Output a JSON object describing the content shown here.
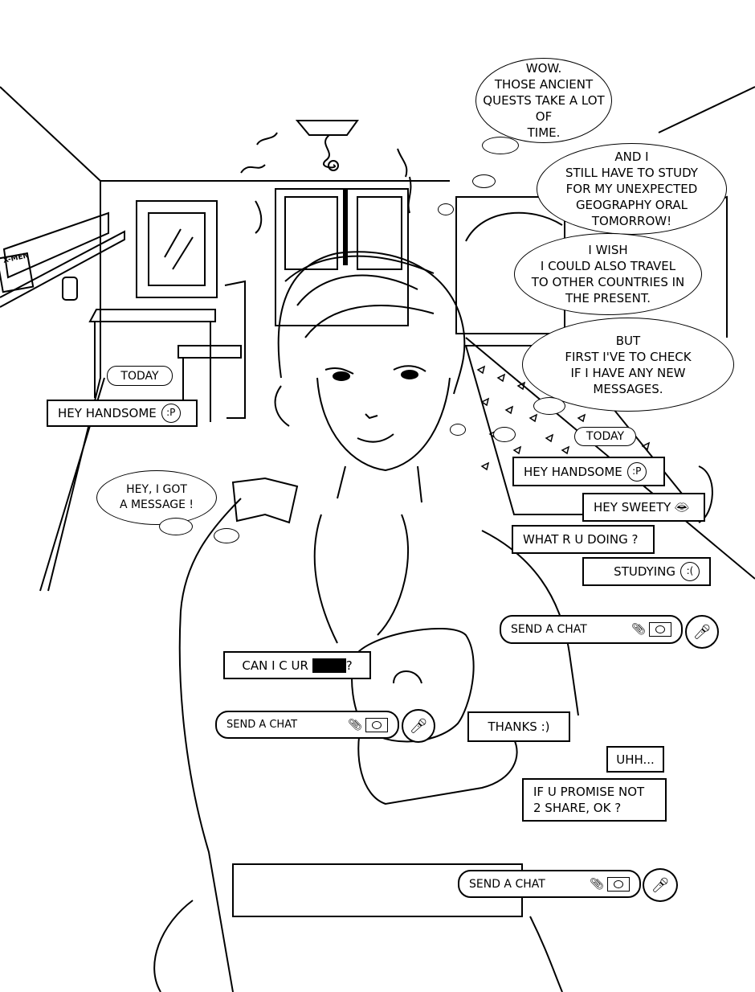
{
  "thoughts": [
    "WOW.\nTHOSE ANCIENT\nQUESTS TAKE A LOT OF\nTIME.",
    "AND I\nSTILL HAVE TO STUDY\nFOR MY UNEXPECTED\nGEOGRAPHY ORAL\nTOMORROW!",
    "I WISH\nI COULD ALSO TRAVEL\nTO OTHER COUNTRIES IN\nTHE PRESENT.",
    "BUT\nFIRST I'VE TO CHECK\nIF I HAVE ANY NEW\nMESSAGES."
  ],
  "speech": "HEY, I GOT\nA MESSAGE !",
  "left_chat": {
    "date": "TODAY",
    "message": "HEY HANDSOME",
    "emoji": "tongue-face-icon"
  },
  "right_chat": {
    "date": "TODAY",
    "messages": [
      {
        "text": "HEY HANDSOME",
        "emoji": "tongue-face-icon"
      },
      {
        "text": "HEY SWEETY",
        "emoji": "lips-icon"
      },
      {
        "text": "WHAT R U DOING ?"
      },
      {
        "text": "STUDYING",
        "emoji": "sad-face-icon"
      }
    ]
  },
  "center_chat": {
    "message_prefix": "CAN I C UR",
    "message_suffix": "?"
  },
  "lower_chat": {
    "messages": [
      "THANKS :)",
      "UHH...",
      "IF U PROMISE NOT\n2 SHARE, OK ?"
    ]
  },
  "composer": {
    "placeholder": "SEND A CHAT"
  },
  "shelf_label": "X-MEN"
}
